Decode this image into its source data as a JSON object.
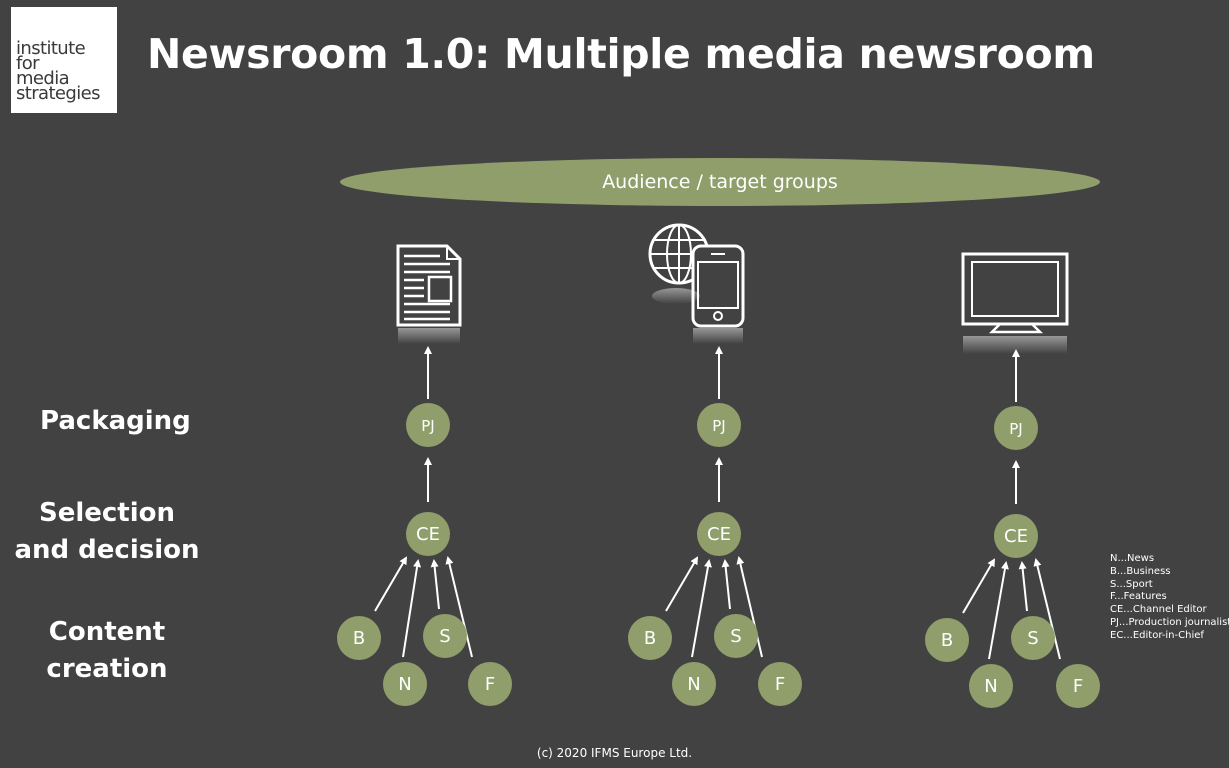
{
  "logo": {
    "lines": [
      "institute",
      "for",
      "media",
      "strategies"
    ]
  },
  "title": "Newsroom 1.0: Multiple media newsroom",
  "audience": "Audience / target groups",
  "stages": {
    "packaging": "Packaging",
    "selection": "Selection and decision",
    "content": "Content creation"
  },
  "channels": [
    {
      "icon": "newspaper-icon",
      "packaging": "PJ",
      "editor": "CE",
      "content": [
        "B",
        "N",
        "S",
        "F"
      ]
    },
    {
      "icon": "globe-mobile-icon",
      "packaging": "PJ",
      "editor": "CE",
      "content": [
        "B",
        "N",
        "S",
        "F"
      ]
    },
    {
      "icon": "tv-monitor-icon",
      "packaging": "PJ",
      "editor": "CE",
      "content": [
        "B",
        "N",
        "S",
        "F"
      ]
    }
  ],
  "legend": [
    "N...News",
    "B...Business",
    "S...Sport",
    "F...Features",
    "CE...Channel Editor",
    "PJ...Production journalist",
    "EC...Editor-in-Chief"
  ],
  "footer": "(c) 2020 IFMS Europe Ltd.",
  "colors": {
    "background": "#424242",
    "node": "#8f9e6b",
    "text": "#ffffff"
  }
}
